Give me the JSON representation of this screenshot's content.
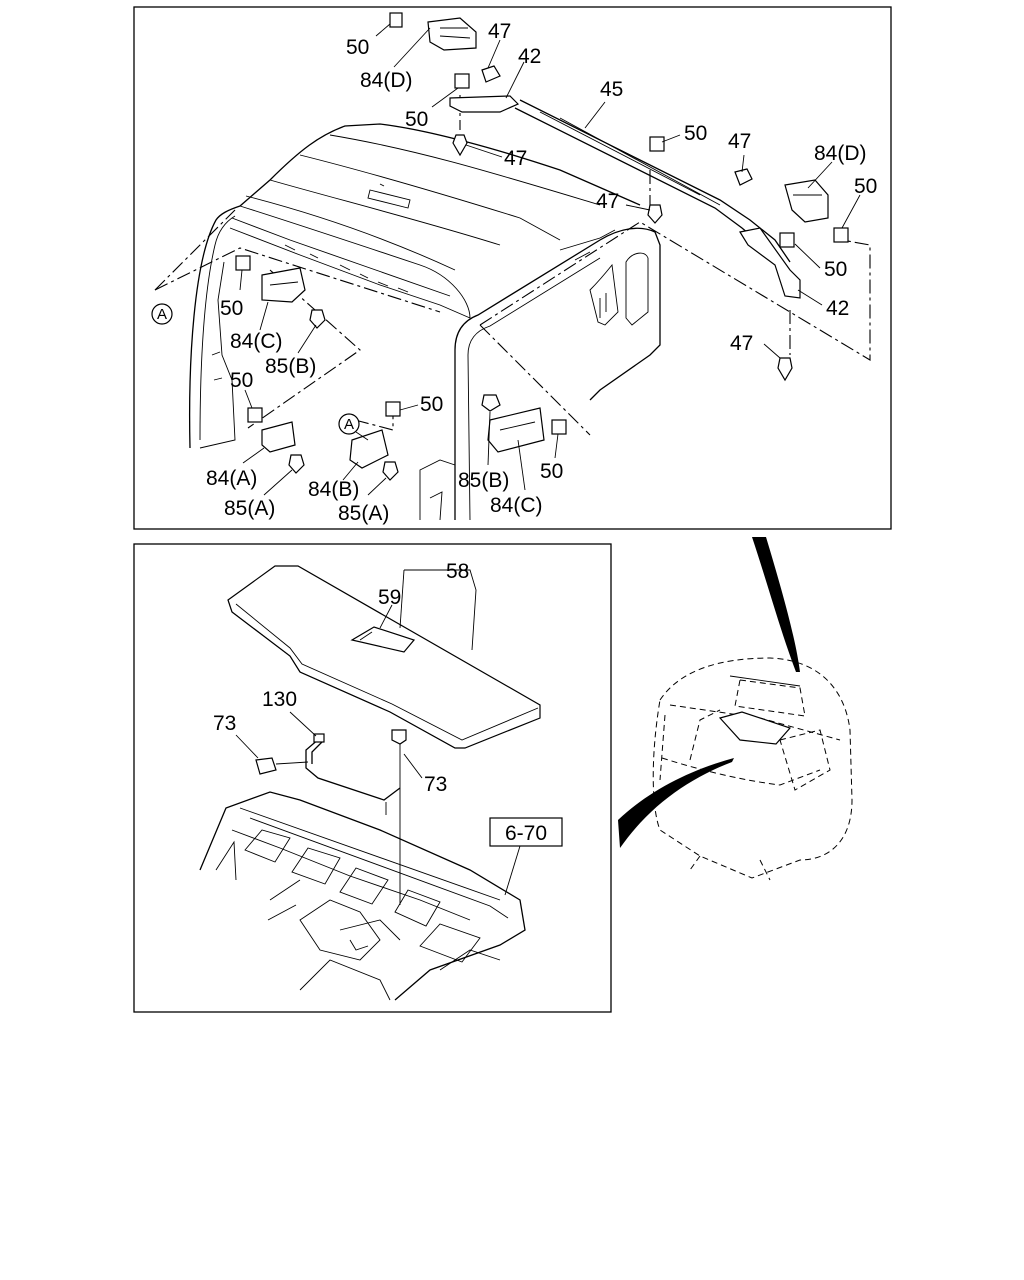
{
  "top_panel": {
    "callouts": {
      "c1": "50",
      "c2": "84(D)",
      "c3": "47",
      "c4": "42",
      "c5": "50",
      "c6": "47",
      "c7": "45",
      "c8": "50",
      "c9": "47",
      "c10": "84(D)",
      "c11": "50",
      "c12": "47",
      "c13": "50",
      "c14": "42",
      "c15": "47",
      "c16": "50",
      "c17": "84(C)",
      "c18": "85(B)",
      "c19": "50",
      "c20": "84(A)",
      "c21": "85(A)",
      "c22": "50",
      "c23": "84(B)",
      "c24": "85(A)",
      "c25": "85(B)",
      "c26": "84(C)",
      "c27": "50"
    },
    "ref_marks": {
      "a1": "A",
      "a2": "A"
    }
  },
  "bottom_panel": {
    "callouts": {
      "c1": "58",
      "c2": "59",
      "c3": "130",
      "c4": "73",
      "c5": "73"
    },
    "ref_box": "6-70"
  }
}
